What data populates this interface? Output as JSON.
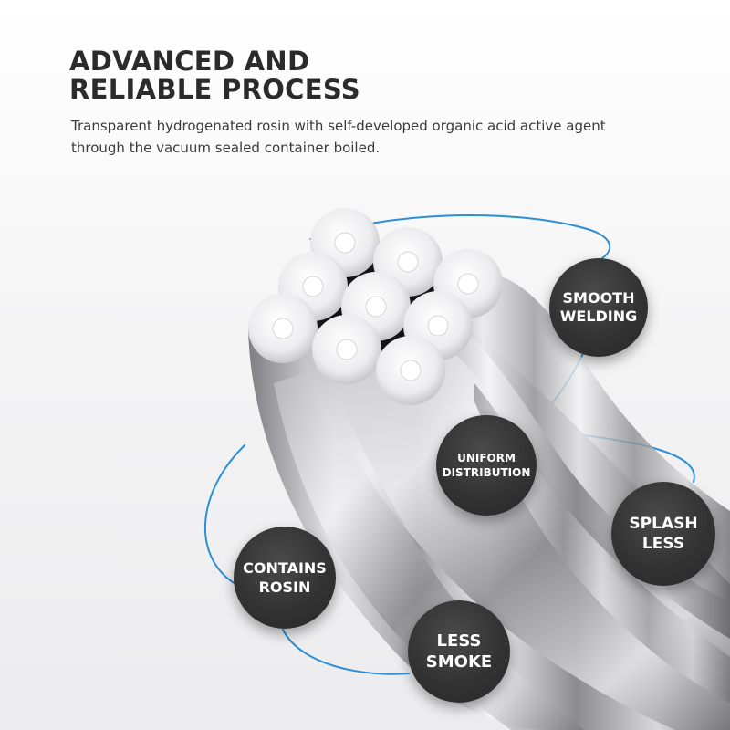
{
  "heading": {
    "line1": "ADVANCED AND",
    "line2": "RELIABLE PROCESS"
  },
  "description": {
    "line1": "Transparent hydrogenated rosin with self-developed organic acid active agent",
    "line2": "through the vacuum sealed container boiled."
  },
  "badges": {
    "smooth_welding": {
      "line1": "SMOOTH",
      "line2": "WELDING"
    },
    "uniform_distribution": {
      "line1": "UNIFORM",
      "line2": "DISTRIBUTION"
    },
    "splash_less": {
      "line1": "SPLASH",
      "line2": "LESS"
    },
    "contains_rosin": {
      "line1": "CONTAINS",
      "line2": "ROSIN"
    },
    "less_smoke": {
      "line1": "LESS",
      "line2": "SMOKE"
    }
  },
  "colors": {
    "accent_line": "#2a8fd6",
    "badge_fill": "#333333",
    "heading_text": "#2b2b2b"
  }
}
